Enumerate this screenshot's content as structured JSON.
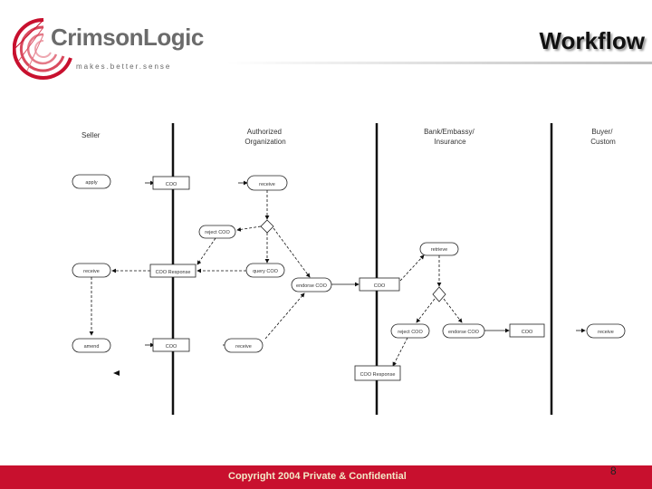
{
  "header": {
    "brand": "CrimsonLogic",
    "tagline": "makes.better.sense",
    "title": "Workflow"
  },
  "lanes": [
    "Seller",
    "Authorized\nOrganization",
    "Bank/Embassy/\nInsurance",
    "Buyer/\nCustom"
  ],
  "nodes": {
    "apply": "apply",
    "coo1": "COO",
    "receive1": "receive",
    "reject1": "reject COO",
    "receive_seller": "receive",
    "coo_response1": "COO Response",
    "query": "query COO",
    "endorse1": "endorse COO",
    "coo2": "COO",
    "retrieve": "retrieve",
    "amend": "amend",
    "coo3": "COO",
    "receive3": "receive",
    "reject2": "reject COO",
    "endorse2": "endorse COO",
    "coo4": "COO",
    "receive_buyer": "receive",
    "coo_response2": "COO Response"
  },
  "footer": {
    "copyright": "Copyright 2004 Private & Confidential",
    "page": "8"
  },
  "colors": {
    "footer": "#c8102e",
    "footer_text": "#f3e9c8"
  }
}
